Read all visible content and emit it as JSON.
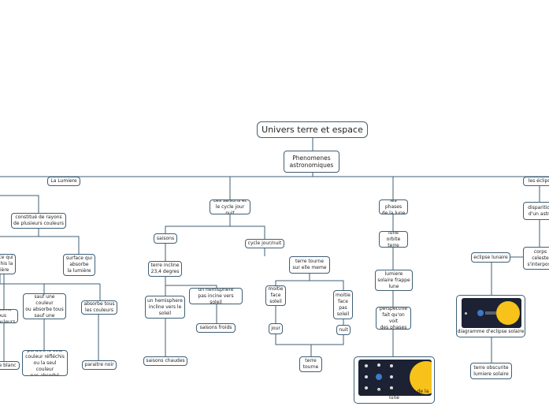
{
  "root": {
    "label": "Univers terre et espace"
  },
  "phenomenes": {
    "label": "Phenomenes\nastronomiques"
  },
  "lumiere": {
    "label": "La Lumiere",
    "constitue": "constitué de rayons\nde plusieurs couleurs",
    "surface_reflechis": "surface qui\nréfléchis la\nlumière",
    "surface_absorbe": "surface qui\nabsorbe\nla lumière",
    "reflechis_tous": "réfléchis tous\nles couleurs",
    "reflechis_une": "réfléchis tous\nsauf une couleur\nou absorbe tous\nsauf une couleur",
    "absorbe_tous": "absorbe tous\nles couleurs",
    "parait_blanc": "paraitre blanc",
    "paraitre_seul": "paraitre le seul\ncouleur réfléchis\nou la seul couleur\npas absorbé",
    "paraitre_noir": "paraitre noir"
  },
  "saisons": {
    "label": "Les saisons et\nle cycle jour nuit",
    "saisons": "saisons",
    "terre_incline": "terre incline\n23,4 degres",
    "hemisphere_incline": "un hemisphere\nincline vers le\nsoleil",
    "saisons_chaudes": "saisons chaudes",
    "hemisphere_pas": "un hemisphere\npas incine vers soleil",
    "saisons_froids": "saisons froids",
    "cycle": "cycle jour/nuit",
    "terre_tourne_meme": "terre tourne\nsur elle meme",
    "moitie_face": "moitie\nface\nsoleil",
    "moitie_pas": "moitie\nface\npas\nsoleil",
    "jour": "jour",
    "nuit": "nuit",
    "terre_tourne": "terre\ntourne"
  },
  "phases": {
    "label": "les phases\nde la lune",
    "lune_orbite": "lune orbite\nterre",
    "lumiere_soleil": "lumiere\nsolaire frappe\nlune",
    "perspective": "perspective\nfait qu'on voit\ndes phases",
    "diagramme": "Diagramme des phases de la lune"
  },
  "eclipses": {
    "label": "les éclipses",
    "disparition": "disparition\nd'un astre",
    "corps": "corps\nceleste\ns'interpose",
    "eclipse_lunaire": "eclipse lunaire",
    "diagramme_eclipse": "diagramme d'eclipse solaire",
    "terre_obscurcit": "terre obscurite\nlumiere solaire"
  },
  "colors": {
    "line": "#3f5f75",
    "border": "#3f5f75",
    "sun": "#f7c21a",
    "space": "#1c2233"
  }
}
